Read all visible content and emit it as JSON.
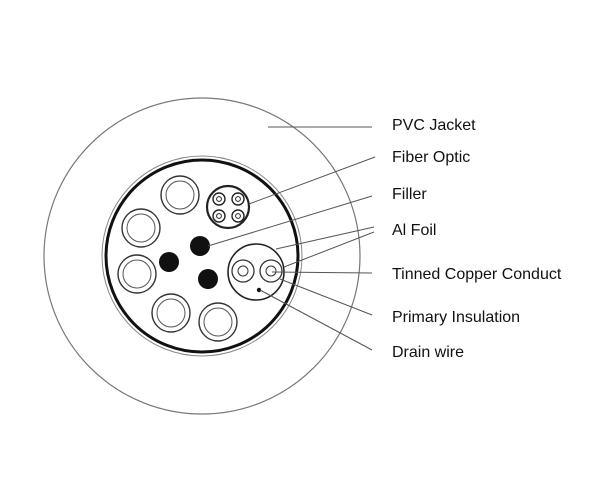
{
  "diagram": {
    "labels": {
      "pvc_jacket": "PVC Jacket",
      "fiber_optic": "Fiber Optic",
      "filler": "Filler",
      "al_foil": "Al Foil",
      "tinned_copper": "Tinned Copper Conduct",
      "primary_insulation": "Primary Insulation",
      "drain_wire": "Drain wire"
    },
    "colors": {
      "line": "#555555",
      "ring": "#222222",
      "fill": "#111111",
      "text": "#111111"
    }
  }
}
